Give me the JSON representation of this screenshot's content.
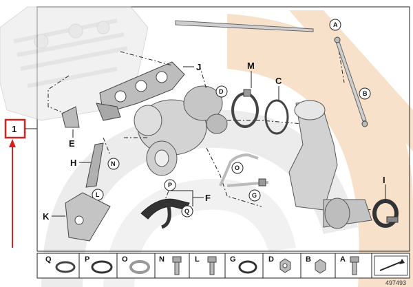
{
  "diagram": {
    "main_index": "1",
    "reference_number": "497493",
    "callouts": {
      "J": "J",
      "M": "M",
      "C": "C",
      "E": "E",
      "H": "H",
      "K": "K",
      "F": "F",
      "I": "I"
    },
    "circle_callouts": {
      "A": "A",
      "B": "B",
      "D": "D",
      "N": "N",
      "L": "L",
      "O": "O",
      "G": "G",
      "P": "P",
      "Q": "Q"
    },
    "parts_strip": [
      "Q",
      "P",
      "O",
      "N",
      "L",
      "G",
      "D",
      "B",
      "A"
    ],
    "colors": {
      "highlight": "#d42020",
      "background_arc": "#f6dcc4",
      "part_grey": "#c8c8c8",
      "line": "#222222"
    },
    "icons": [
      "engine-block-icon",
      "turbocharger-icon",
      "exhaust-manifold-gasket-icon",
      "catalytic-converter-icon",
      "clamp-icon",
      "gasket-ring-icon",
      "bolt-icon",
      "nut-icon",
      "bracket-icon",
      "oil-line-icon",
      "more-parts-arrow-icon"
    ]
  }
}
